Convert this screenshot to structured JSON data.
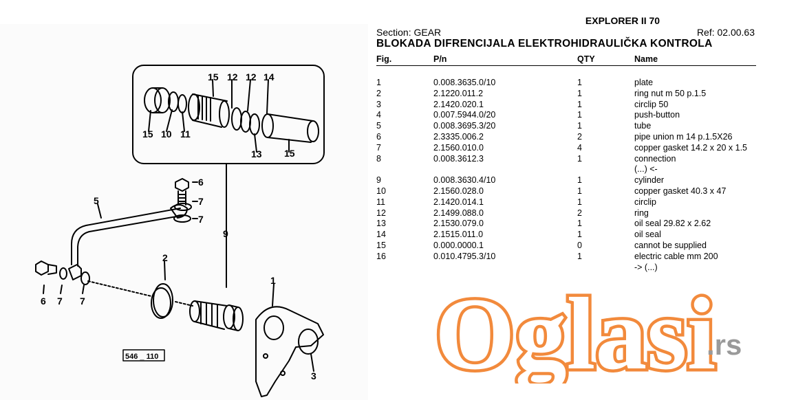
{
  "diagram": {
    "drawing_code": "546 _ 110",
    "callouts": [
      "15",
      "12",
      "12",
      "14",
      "15",
      "10",
      "11",
      "13",
      "15",
      "6",
      "7",
      "7",
      "5",
      "9",
      "2",
      "1",
      "6",
      "7",
      "7",
      "3"
    ]
  },
  "header": {
    "title": "EXPLORER II 70",
    "section": "Section: GEAR",
    "ref": "Ref: 02.00.63",
    "subtitle": "BLOKADA DIFRENCIJALA ELEKTROHIDRAULIČKA KONTROLA"
  },
  "table": {
    "columns": {
      "fig": "Fig.",
      "pn": "P/n",
      "qty": "QTY",
      "name": "Name"
    },
    "rows": [
      {
        "fig": "1",
        "pn": "0.008.3635.0/10",
        "qty": "1",
        "name": "plate"
      },
      {
        "fig": "2",
        "pn": "2.1220.011.2",
        "qty": "1",
        "name": "ring nut m 50 p.1.5"
      },
      {
        "fig": "3",
        "pn": "2.1420.020.1",
        "qty": "1",
        "name": "circlip 50"
      },
      {
        "fig": "4",
        "pn": "0.007.5944.0/20",
        "qty": "1",
        "name": "push-button"
      },
      {
        "fig": "5",
        "pn": "0.008.3695.3/20",
        "qty": "1",
        "name": "tube"
      },
      {
        "fig": "6",
        "pn": "2.3335.006.2",
        "qty": "2",
        "name": "pipe union m 14 p.1.5X26"
      },
      {
        "fig": "7",
        "pn": "2.1560.010.0",
        "qty": "4",
        "name": "copper gasket 14.2 x 20 x 1.5"
      },
      {
        "fig": "8",
        "pn": "0.008.3612.3",
        "qty": "1",
        "name": "connection",
        "note": "(...) <-"
      },
      {
        "fig": "9",
        "pn": "0.008.3630.4/10",
        "qty": "1",
        "name": "cylinder"
      },
      {
        "fig": "10",
        "pn": "2.1560.028.0",
        "qty": "1",
        "name": "copper gasket 40.3 x 47"
      },
      {
        "fig": "11",
        "pn": "2.1420.014.1",
        "qty": "1",
        "name": "circlip"
      },
      {
        "fig": "12",
        "pn": "2.1499.088.0",
        "qty": "2",
        "name": "ring"
      },
      {
        "fig": "13",
        "pn": "2.1530.079.0",
        "qty": "1",
        "name": "oil seal 29.82 x 2.62"
      },
      {
        "fig": "14",
        "pn": "2.1515.011.0",
        "qty": "1",
        "name": "oil seal"
      },
      {
        "fig": "15",
        "pn": "0.000.0000.1",
        "qty": "0",
        "name": "cannot be supplied"
      },
      {
        "fig": "16",
        "pn": "0.010.4795.3/10",
        "qty": "1",
        "name": "electric cable mm 200",
        "note": "-> (...)"
      }
    ]
  },
  "watermark": {
    "brand": "Oglasi",
    "tld": ".rs",
    "color": "#f28a3c"
  }
}
